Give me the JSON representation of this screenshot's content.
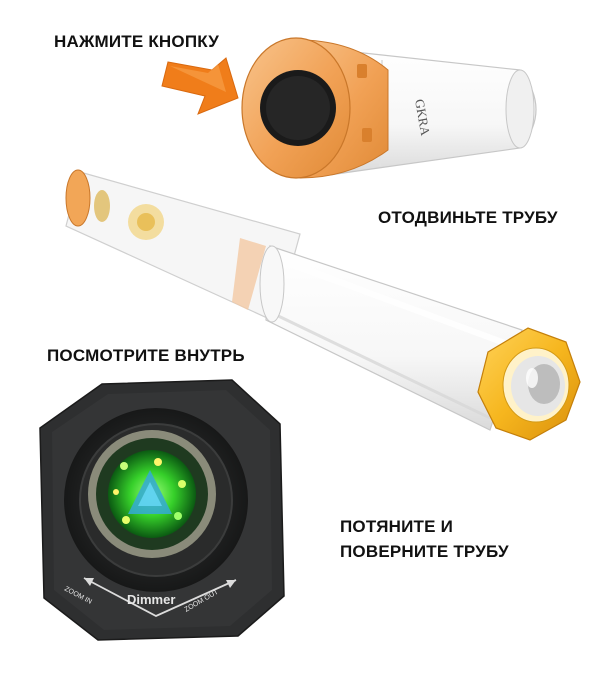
{
  "steps": [
    {
      "label": "НАЖМИТЕ КНОПКУ"
    },
    {
      "label": "ОТОДВИНЬТЕ ТРУБУ"
    },
    {
      "label": "ПОСМОТРИТЕ ВНУТРЬ"
    },
    {
      "label_line1": "ПОТЯНИТЕ И",
      "label_line2": "ПОВЕРНИТЕ ТРУБУ"
    }
  ],
  "device": {
    "dimmer_label": "Dimmer",
    "zoom_in_label": "ZOOM IN",
    "zoom_out_label": "ZOOM OUT"
  },
  "colors": {
    "arrow": "#f07d1a",
    "cap_orange": "#f3a35a",
    "ring_yellow": "#f6b61e",
    "lens_green": "#27c22a",
    "body_dark": "#2d2e2f"
  },
  "icons": [
    "arrow-right-icon"
  ]
}
